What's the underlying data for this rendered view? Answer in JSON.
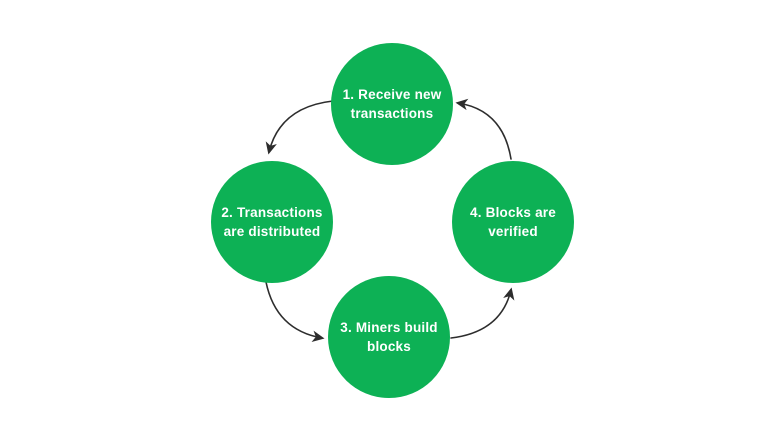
{
  "diagram": {
    "type": "cycle",
    "colors": {
      "background": "#ffffff",
      "node_fill": "#0db155",
      "node_text": "#ffffff",
      "arrow": "#2d2d2d"
    },
    "nodes": [
      {
        "id": "1",
        "line1": "1. Receive new",
        "line2": "transactions"
      },
      {
        "id": "2",
        "line1": "2. Transactions",
        "line2": "are distributed"
      },
      {
        "id": "3",
        "line1": "3. Miners build",
        "line2": "blocks"
      },
      {
        "id": "4",
        "line1": "4. Blocks are",
        "line2": "verified"
      }
    ],
    "arrows": [
      {
        "from": "1",
        "to": "2"
      },
      {
        "from": "2",
        "to": "3"
      },
      {
        "from": "3",
        "to": "4"
      },
      {
        "from": "4",
        "to": "1"
      }
    ]
  }
}
